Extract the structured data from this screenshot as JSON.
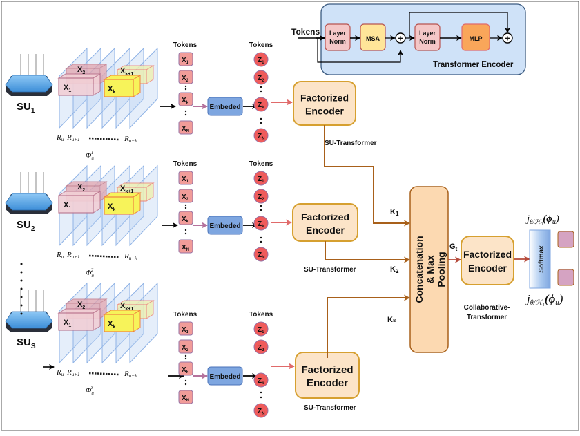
{
  "transformer_encoder": {
    "title": "Transformer Encoder",
    "input_label": "Tokens",
    "blocks": [
      {
        "label_line1": "Layer",
        "label_line2": "Norm"
      },
      {
        "label_line1": "MSA",
        "label_line2": ""
      },
      {
        "label_line1": "Layer",
        "label_line2": "Norm"
      },
      {
        "label_line1": "MLP",
        "label_line2": ""
      }
    ],
    "add_symbol": "+"
  },
  "rows": [
    {
      "su_label": "SU",
      "su_sub": "1",
      "phi_label": "Φ",
      "phi_sub": "u",
      "phi_sup": "1",
      "r_labels": [
        "R",
        "R",
        "R"
      ],
      "r_subs": [
        "u",
        "u+1",
        "u+λ"
      ],
      "patches": [
        "X",
        "X",
        "X",
        "X"
      ],
      "patch_subs": [
        "1",
        "2",
        "k",
        "k+1"
      ],
      "tokens_label": "Tokens",
      "x_tokens": [
        {
          "t": "X",
          "s": "1"
        },
        {
          "t": "X",
          "s": "2"
        },
        {
          "t": "X",
          "s": "k"
        },
        {
          "t": "X",
          "s": "N"
        }
      ],
      "embed_label": "Embeded",
      "z_tokens_label": "Tokens",
      "z_tokens": [
        {
          "t": "Z",
          "s": "1"
        },
        {
          "t": "Z",
          "s": "2"
        },
        {
          "t": "Z",
          "s": "k"
        },
        {
          "t": "Z",
          "s": "N"
        }
      ],
      "encoder_line1": "Factorized",
      "encoder_line2": "Encoder",
      "encoder_caption": "SU-Transformer",
      "k_label": "K",
      "k_sub": "1"
    },
    {
      "su_label": "SU",
      "su_sub": "2",
      "phi_label": "Φ",
      "phi_sub": "u",
      "phi_sup": "2",
      "r_labels": [
        "R",
        "R",
        "R"
      ],
      "r_subs": [
        "u",
        "u+1",
        "u+λ"
      ],
      "patches": [
        "X",
        "X",
        "X",
        "X"
      ],
      "patch_subs": [
        "1",
        "2",
        "k",
        "k+1"
      ],
      "tokens_label": "Tokens",
      "x_tokens": [
        {
          "t": "X",
          "s": "1"
        },
        {
          "t": "X",
          "s": "2"
        },
        {
          "t": "X",
          "s": "k"
        },
        {
          "t": "X",
          "s": "N"
        }
      ],
      "embed_label": "Embeded",
      "z_tokens_label": "Tokens",
      "z_tokens": [
        {
          "t": "Z",
          "s": "1"
        },
        {
          "t": "Z",
          "s": "2"
        },
        {
          "t": "Z",
          "s": "k"
        },
        {
          "t": "Z",
          "s": "N"
        }
      ],
      "encoder_line1": "Factorized",
      "encoder_line2": "Encoder",
      "encoder_caption": "SU-Transformer",
      "k_label": "K",
      "k_sub": "2"
    },
    {
      "su_label": "SU",
      "su_sub": "S",
      "phi_label": "Φ",
      "phi_sub": "u",
      "phi_sup": "S",
      "r_labels": [
        "R",
        "R",
        "R"
      ],
      "r_subs": [
        "u",
        "u+1",
        "u+λ"
      ],
      "patches": [
        "X",
        "X",
        "X",
        "X"
      ],
      "patch_subs": [
        "1",
        "2",
        "k",
        "k+1"
      ],
      "tokens_label": "Tokens",
      "x_tokens": [
        {
          "t": "X",
          "s": "1"
        },
        {
          "t": "X",
          "s": "2"
        },
        {
          "t": "X",
          "s": "k"
        },
        {
          "t": "X",
          "s": "N"
        }
      ],
      "embed_label": "Embeded",
      "z_tokens_label": "Tokens",
      "z_tokens": [
        {
          "t": "Z",
          "s": "1"
        },
        {
          "t": "Z",
          "s": "2"
        },
        {
          "t": "Z",
          "s": "k"
        },
        {
          "t": "Z",
          "s": "N"
        }
      ],
      "encoder_line1": "Factorized",
      "encoder_line2": "Encoder",
      "encoder_caption": "SU-Transformer",
      "k_label": "K",
      "k_sub": "s"
    }
  ],
  "concat": {
    "line1": "Concatenation",
    "line2": "& Max",
    "line3": "Pooling"
  },
  "gt": {
    "label": "G",
    "sub": "t"
  },
  "collab_encoder": {
    "line1": "Factorized",
    "line2": "Encoder",
    "caption_line1": "Collaborative-",
    "caption_line2": "Transformer"
  },
  "softmax": {
    "label": "Softmax"
  },
  "outputs": [
    {
      "label": "j",
      "sub": "θ/ℋ₀",
      "arg": "(ϕ",
      "arg_sub": "u",
      "close": ")"
    },
    {
      "label": "j",
      "sub": "θ/ℋ₁",
      "arg": "(ϕ",
      "arg_sub": "u",
      "close": ")"
    }
  ],
  "colors": {
    "encoder_bg": "#cfe2f8",
    "encoder_border": "#3a5a80",
    "layernorm_fill": "#f4c7c7",
    "layernorm_border": "#b85450",
    "msa_fill": "#ffe599",
    "mlp_fill": "#f9a65a",
    "token_fill": "#f19c99",
    "token_border": "#9673a6",
    "z_fill": "#ef5b5b",
    "embed_fill": "#7ea6e0",
    "factor_fill": "#fce4c8",
    "factor_border": "#d6a030",
    "brown": "#a8601a",
    "pink_arrow": "#e06a6a",
    "purple_arrow": "#b5739d",
    "out_fill": "#d5a3c2"
  }
}
